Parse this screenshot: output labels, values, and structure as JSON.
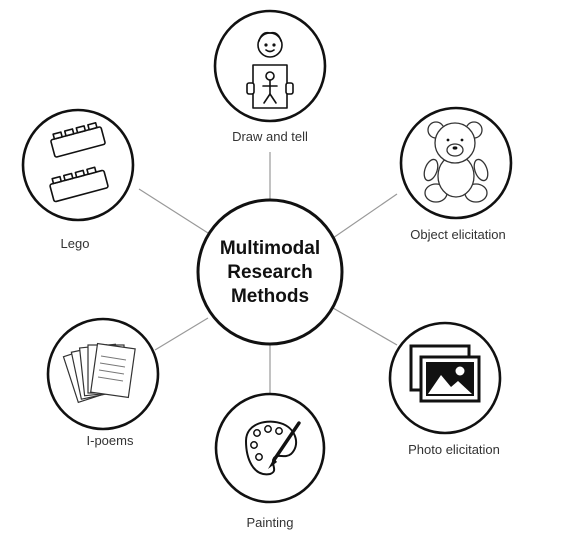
{
  "diagram": {
    "center": {
      "lines": [
        "Multimodal",
        "Research",
        "Methods"
      ]
    },
    "nodes": [
      {
        "id": "draw",
        "label": "Draw and tell",
        "icon": "child-drawing-icon"
      },
      {
        "id": "object",
        "label": "Object elicitation",
        "icon": "teddy-bear-icon"
      },
      {
        "id": "photo",
        "label": "Photo elicitation",
        "icon": "photo-frames-icon"
      },
      {
        "id": "paint",
        "label": "Painting",
        "icon": "paint-palette-icon"
      },
      {
        "id": "poems",
        "label": "I-poems",
        "icon": "paper-stack-icon"
      },
      {
        "id": "lego",
        "label": "Lego",
        "icon": "lego-bricks-icon"
      }
    ],
    "colors": {
      "stroke": "#111111",
      "connector": "#999999",
      "label": "#333333"
    }
  }
}
